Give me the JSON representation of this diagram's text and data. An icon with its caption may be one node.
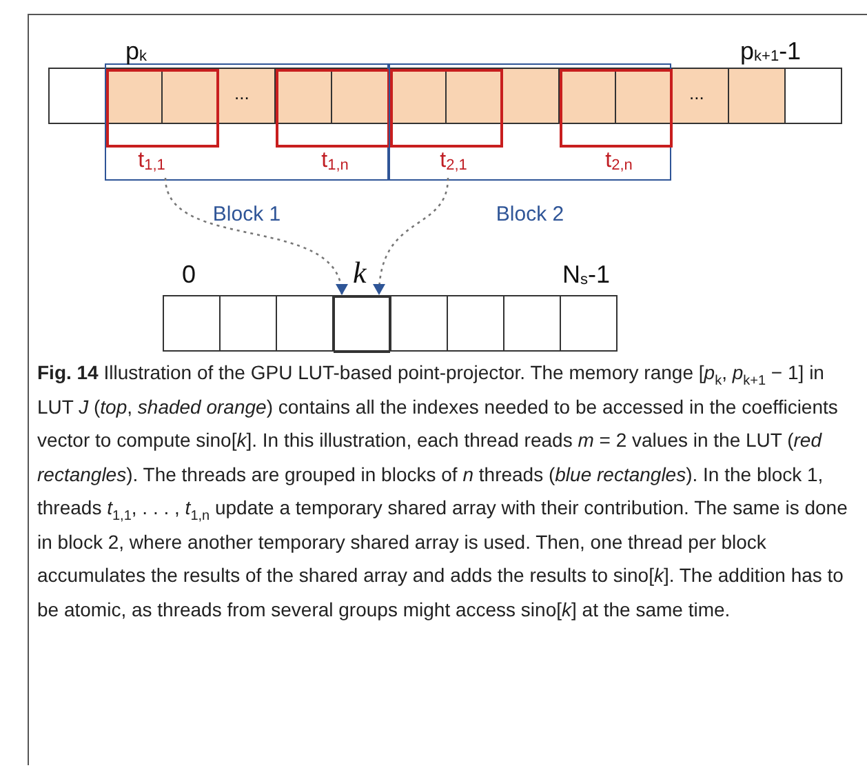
{
  "diagram": {
    "caption": "**Fig. 14** Illustration of the GPU LUT-based point-projector. The memory range [*p*$_{k}$, *p*$_{k+1}$ − 1] in LUT *J* (*top*, *shaded orange*) contains all the indexes needed to be accessed in the coefficients vector to compute sino[*k*]. In this illustration, each thread reads *m* = 2 values in the LUT (*red rectangles*). The threads are grouped in blocks of *n* threads (*blue rectangles*). In the block 1, threads *t*$_{1,1}$, . . . , *t*$_{1,n}$ update a temporary shared array with their contribution. The same is done in block 2, where another temporary shared array is used. Then, one thread per block accumulates the results of the shared array and adds the results to sino[*k*]. The addition has to be atomic, as threads from several groups might access sino[*k*] at the same time.",
    "nodes": [
      {
        "text": [],
        "shape": "bar"
      },
      {
        "text": [
          "Block 1"
        ]
      },
      {
        "text": [
          "t$_{1,1}$"
        ],
        "in": 1
      },
      {
        "text": [
          "t$_{1,n}$"
        ],
        "in": 1
      },
      {
        "text": [
          "Block 2"
        ]
      },
      {
        "text": [
          "t$_{2,1}$"
        ],
        "in": 4
      },
      {
        "text": [
          "t$_{2,n}$"
        ],
        "in": 4
      },
      {
        "text": [],
        "shape": "bar"
      },
      {
        "text": [],
        "shape": "box",
        "in": 7
      }
    ],
    "edges": [
      {
        "from": 2,
        "to": 8,
        "arrow": "to",
        "style": "dashed"
      },
      {
        "from": 5,
        "to": 8,
        "arrow": "to",
        "style": "dashed"
      }
    ],
    "labels": [
      "p$_{k}$",
      "p$_{k+1}$-1",
      "...",
      "...",
      "0",
      "k",
      "N$_{s}$-1"
    ]
  }
}
